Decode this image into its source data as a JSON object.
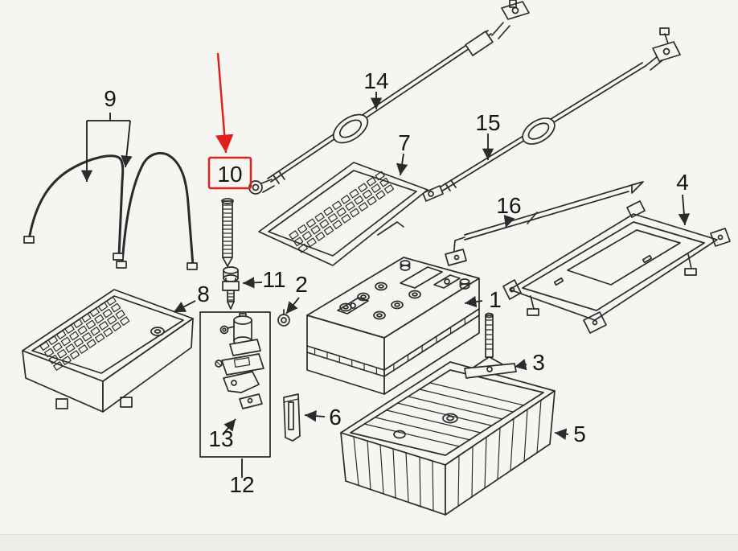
{
  "diagram": {
    "background": "#f5f6f2",
    "line_color": "#2b2b2b",
    "label_color": "#151515",
    "highlight_color": "#e0201b",
    "highlighted_part": "10",
    "callouts": {
      "c1": "1",
      "c2": "2",
      "c3": "3",
      "c4": "4",
      "c5": "5",
      "c6": "6",
      "c7": "7",
      "c8": "8",
      "c9": "9",
      "c10": "10",
      "c11": "11",
      "c12": "12",
      "c13": "13",
      "c14": "14",
      "c15": "15",
      "c16": "16"
    }
  }
}
